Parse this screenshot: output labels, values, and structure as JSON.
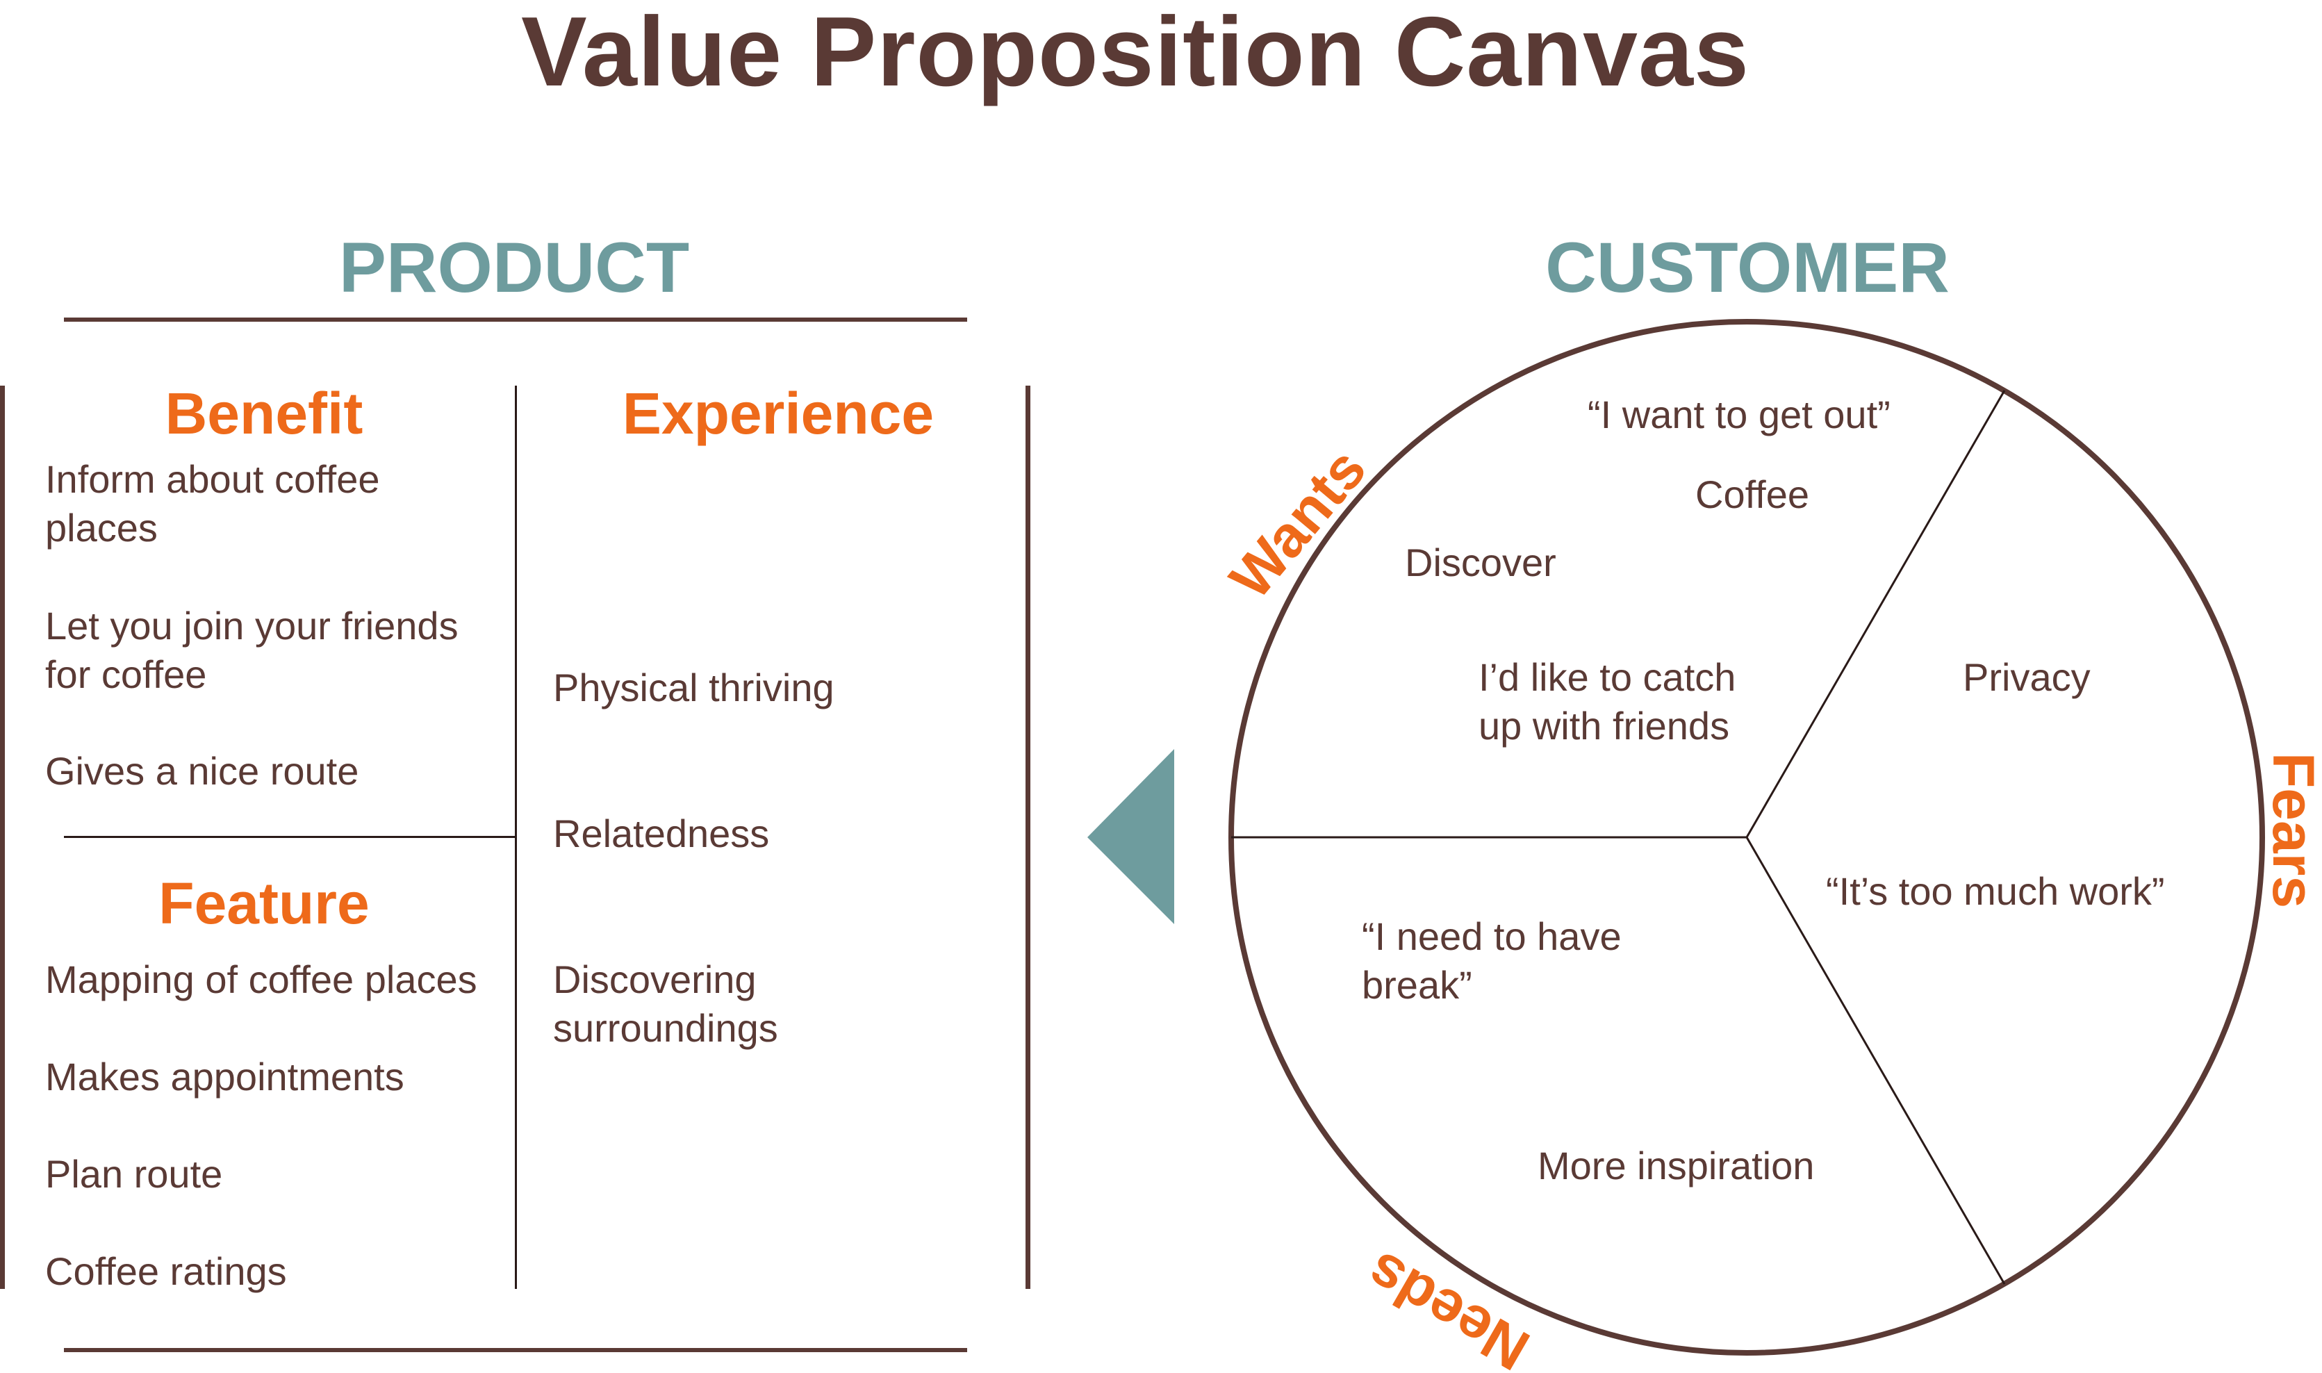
{
  "title": "Value Proposition Canvas",
  "product": {
    "heading": "PRODUCT",
    "benefit": {
      "heading": "Benefit",
      "items": [
        "Inform about coffee places",
        "Let you join your friends for coffee",
        "Gives a nice route"
      ]
    },
    "feature": {
      "heading": "Feature",
      "items": [
        "Mapping of coffee places",
        "Makes appointments",
        "Plan route",
        "Coffee ratings"
      ]
    },
    "experience": {
      "heading": "Experience",
      "items": [
        "Physical thriving",
        "Relatedness",
        "Discovering surroundings"
      ]
    }
  },
  "customer": {
    "heading": "CUSTOMER",
    "wants": {
      "label": "Wants",
      "items": [
        "“I want to get out”",
        "Coffee",
        "Discover",
        "I’d like to catch up with friends"
      ]
    },
    "fears": {
      "label": "Fears",
      "items": [
        "Privacy",
        "“It’s too much work”"
      ]
    },
    "needs": {
      "label": "Needs",
      "items": [
        "“I need to have break”",
        "More inspiration"
      ]
    }
  },
  "colors": {
    "title": "#5a3a35",
    "section_heading": "#6e9c9e",
    "sub_heading": "#ee6a1a",
    "text": "#5a3a35",
    "arrow": "#6e9c9e"
  }
}
